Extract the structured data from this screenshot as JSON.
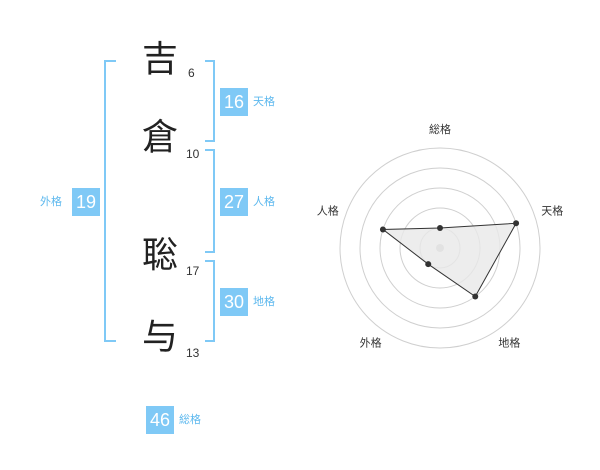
{
  "name": [
    {
      "char": "吉",
      "strokes": "6"
    },
    {
      "char": "倉",
      "strokes": "10"
    },
    {
      "char": "聡",
      "strokes": "17"
    },
    {
      "char": "与",
      "strokes": "13"
    }
  ],
  "fortunes": {
    "tenkaku": {
      "value": "16",
      "label": "天格"
    },
    "jinkaku": {
      "value": "27",
      "label": "人格"
    },
    "chikaku": {
      "value": "30",
      "label": "地格"
    },
    "gaikaku": {
      "value": "19",
      "label": "外格"
    },
    "soukaku": {
      "value": "46",
      "label": "総格"
    }
  },
  "radar": {
    "axes": [
      "総格",
      "天格",
      "地格",
      "外格",
      "人格"
    ],
    "levels": [
      1,
      4,
      3,
      1,
      3
    ],
    "max_level": 5,
    "colors": {
      "ring": "#cfcfcf",
      "fill": "#e8e8e8",
      "line": "#333333",
      "dot": "#333333",
      "center": "#c8c8c8"
    }
  }
}
